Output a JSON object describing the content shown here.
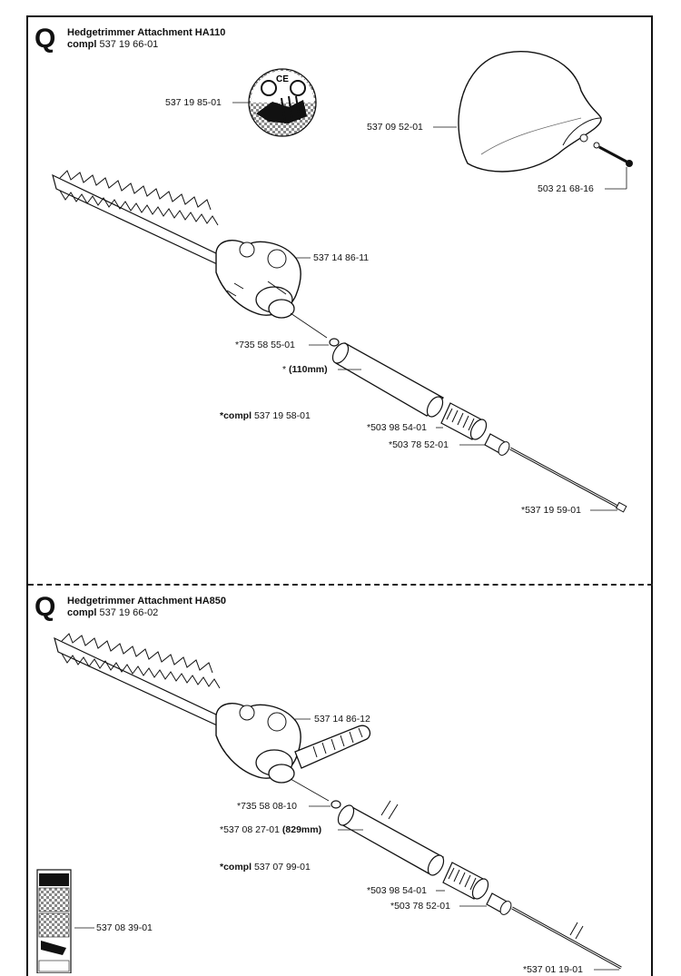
{
  "section1": {
    "letter": "Q",
    "title": "Hedgetrimmer Attachment HA110",
    "compl_word": "compl",
    "compl_number": "537 19 66-01",
    "parts": {
      "decal": "537 19 85-01",
      "guard": "537 09 52-01",
      "screw": "503 21 68-16",
      "gearhead": "537 14 86-11",
      "washer": "*735 58 55-01",
      "tube_star": "*",
      "tube_size": "(110mm)",
      "kit_prefix": "*compl",
      "kit_number": "537 19 58-01",
      "bearing": "*503 98 54-01",
      "bushing": "*503 78 52-01",
      "shaft": "*537 19 59-01"
    }
  },
  "section2": {
    "letter": "Q",
    "title": "Hedgetrimmer Attachment HA850",
    "compl_word": "compl",
    "compl_number": "537 19 66-02",
    "parts": {
      "gearhead": "537 14 86-12",
      "washer": "*735 58 08-10",
      "tube_number": "*537 08 27-01",
      "tube_size": "(829mm)",
      "kit_prefix": "*compl",
      "kit_number": "537 07 99-01",
      "bearing": "*503 98 54-01",
      "bushing": "*503 78 52-01",
      "shaft": "*537 01 19-01",
      "decal_strip": "537 08 39-01"
    }
  }
}
